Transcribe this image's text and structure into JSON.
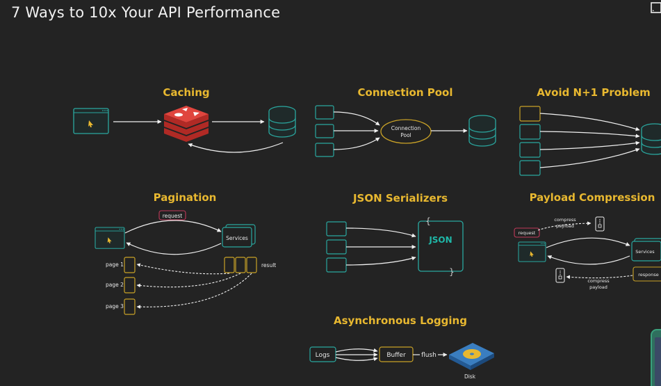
{
  "title": "7 Ways to 10x Your API Performance",
  "corner_icon": "cast-icon",
  "sections": {
    "caching": {
      "title": "Caching"
    },
    "connection_pool": {
      "title": "Connection Pool",
      "pool_label_1": "Connection",
      "pool_label_2": "Pool"
    },
    "n_plus_1": {
      "title": "Avoid N+1 Problem"
    },
    "pagination": {
      "title": "Pagination",
      "request": "request",
      "services": "Services",
      "result": "result",
      "pages": [
        "page 1",
        "page 2",
        "page 3"
      ]
    },
    "json": {
      "title": "JSON Serializers",
      "json_label": "JSON",
      "brace_open": "{",
      "brace_close": "}"
    },
    "compression": {
      "title": "Payload Compression",
      "request": "request",
      "compress_top_1": "compress",
      "compress_top_2": "payload",
      "services": "Services",
      "response": "response",
      "compress_bottom_1": "compress",
      "compress_bottom_2": "payload"
    },
    "async_logging": {
      "title": "Asynchronous Logging",
      "logs": "Logs",
      "buffer": "Buffer",
      "flush": "flush",
      "disk": "Disk"
    }
  },
  "colors": {
    "background": "#232323",
    "title_yellow": "#e8b830",
    "teal": "#2aa8a0",
    "yellow_box": "#c9a227",
    "redis_red": "#d83a34"
  }
}
